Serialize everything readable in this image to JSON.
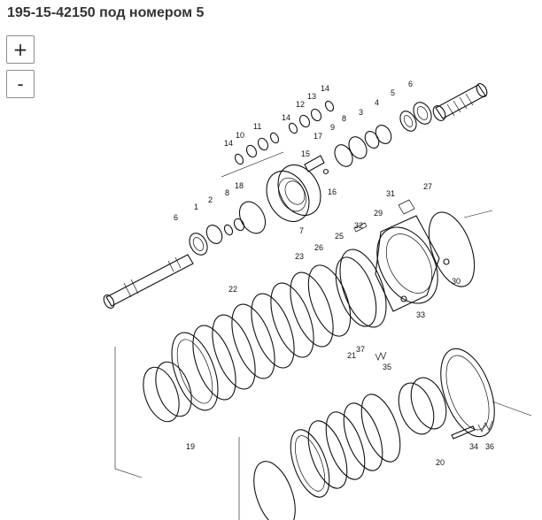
{
  "header": {
    "title": "195-15-42150 под номером 5"
  },
  "zoom": {
    "in_label": "+",
    "out_label": "-"
  },
  "diagram": {
    "labels": [
      "14",
      "13",
      "12",
      "14",
      "11",
      "10",
      "14",
      "6",
      "5",
      "4",
      "3",
      "8",
      "9",
      "17",
      "15",
      "16",
      "18",
      "8",
      "2",
      "1",
      "6",
      "7",
      "31",
      "27",
      "32",
      "29",
      "26",
      "25",
      "23",
      "30",
      "33",
      "22",
      "21",
      "37",
      "35",
      "19",
      "20",
      "34",
      "36"
    ]
  }
}
